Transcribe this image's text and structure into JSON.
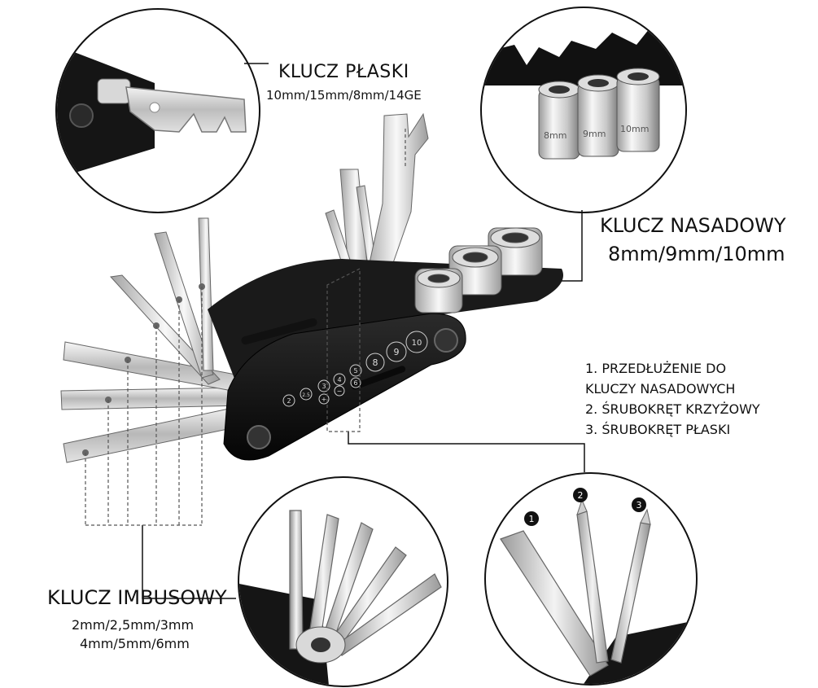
{
  "labels": {
    "flat_wrench": {
      "title": "KLUCZ PŁASKI",
      "sizes": "10mm/15mm/8mm/14GE"
    },
    "socket_wrench": {
      "title": "KLUCZ NASADOWY",
      "sizes": "8mm/9mm/10mm"
    },
    "screwdrivers": {
      "items": [
        "1. PRZEDŁUŻENIE DO",
        "KLUCZY NASADOWYCH",
        "2. ŚRUBOKRĘT KRZYŻOWY",
        "3. ŚRUBOKRĘT PŁASKI"
      ]
    },
    "hex_keys": {
      "title": "KLUCZ IMBUSOWY",
      "sizes_line1": "2mm/2,5mm/3mm",
      "sizes_line2": "4mm/5mm/6mm"
    }
  },
  "tool_markings": {
    "body_numbers": [
      "2",
      "2.5",
      "3",
      "4",
      "5",
      "+",
      "−",
      "6",
      "8",
      "9",
      "10"
    ],
    "socket_numbers": [
      "8mm",
      "9mm",
      "10mm"
    ],
    "badges": [
      "1",
      "2",
      "3"
    ]
  },
  "colors": {
    "line": "#111111",
    "steel_light": "#e6e6e6",
    "steel_dark": "#8a8a8a",
    "body": "#161616"
  }
}
